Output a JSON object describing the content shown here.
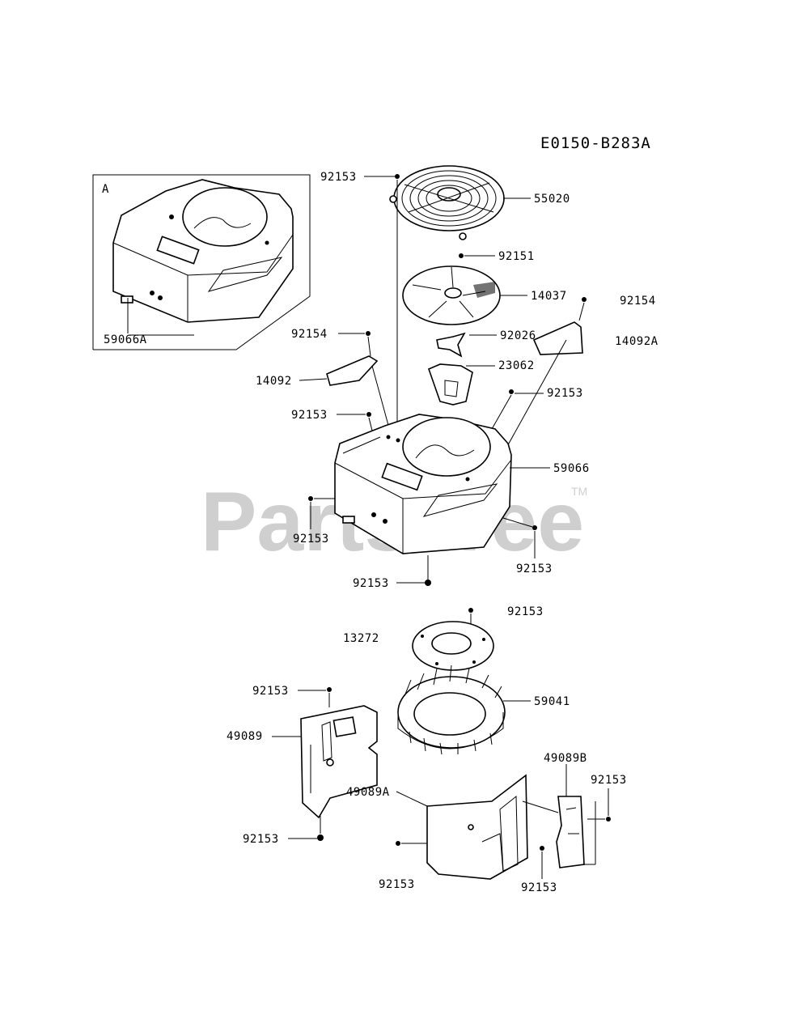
{
  "diagram_code": "E0150-B283A",
  "watermark": {
    "text": "PartsTree",
    "trademark": "TM"
  },
  "inset": {
    "letter": "A",
    "part_label": "59066A"
  },
  "labels": {
    "n55020": "55020",
    "n92153_top": "92153",
    "n92151": "92151",
    "n14037": "14037",
    "n92154_right": "92154",
    "n14092A": "14092A",
    "n92154_left": "92154",
    "n92026": "92026",
    "n14092": "14092",
    "n23062": "23062",
    "n92153_a": "92153",
    "n92153_b": "92153",
    "n59066": "59066",
    "n92153_c": "92153",
    "n92153_d": "92153",
    "n92153_e": "92153",
    "n92153_f": "92153",
    "n13272": "13272",
    "n92153_g": "92153",
    "n59041": "59041",
    "n49089": "49089",
    "n49089B": "49089B",
    "n92153_h": "92153",
    "n49089A": "49089A",
    "n92153_i": "92153",
    "n92153_j": "92153",
    "n92153_k": "92153"
  }
}
